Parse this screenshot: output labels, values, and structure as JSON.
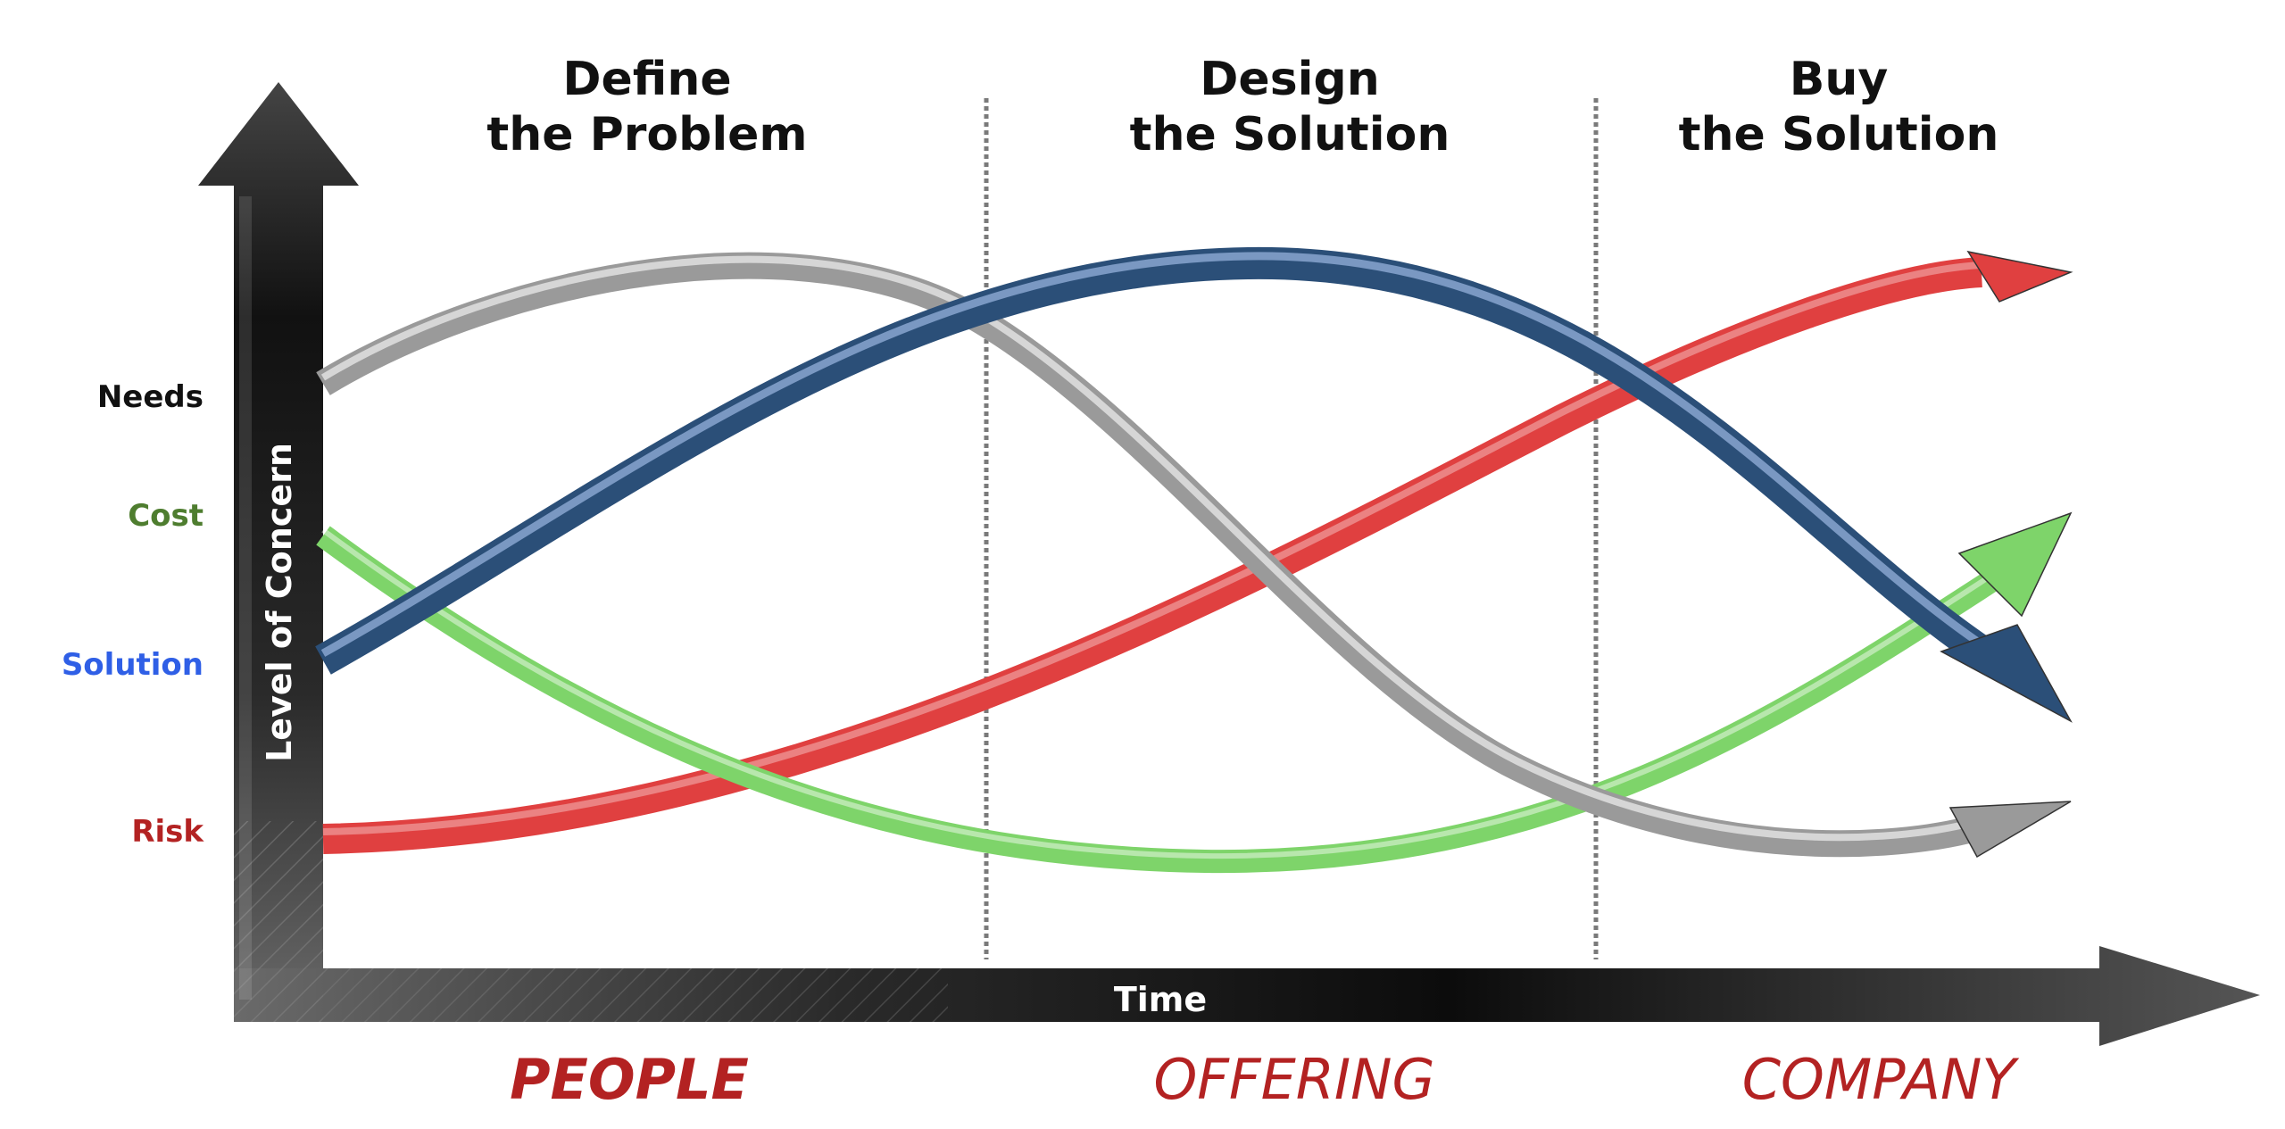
{
  "phases": [
    {
      "line1": "Define",
      "line2": "the Problem"
    },
    {
      "line1": "Design",
      "line2": "the Solution"
    },
    {
      "line1": "Buy",
      "line2": "the Solution"
    }
  ],
  "axes": {
    "y_title": "Level of  Concern",
    "x_title": "Time"
  },
  "y_labels": [
    {
      "text": "Needs",
      "color": "#111111"
    },
    {
      "text": "Cost",
      "color": "#4e7d2f"
    },
    {
      "text": "Solution",
      "color": "#2f5fe6"
    },
    {
      "text": "Risk",
      "color": "#b32222"
    }
  ],
  "footer": [
    {
      "text": "PEOPLE",
      "bold": true,
      "color": "#b32222"
    },
    {
      "text": "OFFERING",
      "bold": false,
      "color": "#b32222"
    },
    {
      "text": "COMPANY",
      "bold": false,
      "color": "#b32222"
    }
  ],
  "curves": [
    {
      "series": "needs",
      "color": "#9a9a9a"
    },
    {
      "series": "solution",
      "color": "#2b4f78"
    },
    {
      "series": "risk",
      "color": "#e04040"
    },
    {
      "series": "cost",
      "color": "#7ed46a"
    }
  ]
}
